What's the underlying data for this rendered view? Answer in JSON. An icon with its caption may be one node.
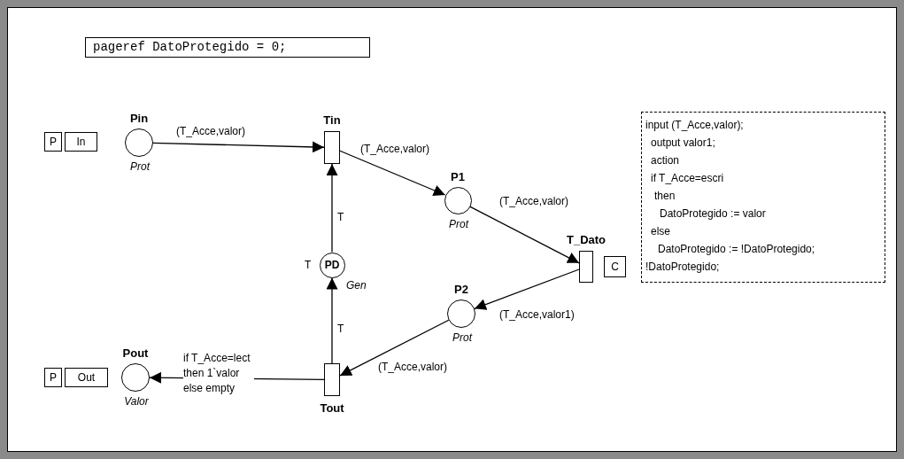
{
  "diagram": {
    "nodes": [
      {
        "text": [
          "pageref DatoProtegido = 0;"
        ]
      },
      {
        "text": [
          "P"
        ]
      },
      {
        "text": [
          "In"
        ]
      },
      {
        "text": [
          "Pin"
        ],
        "beside": [
          "Prot"
        ]
      },
      {
        "text": [
          "Tin"
        ]
      },
      {
        "text": [
          "P1"
        ],
        "beside": [
          "Prot"
        ]
      },
      {
        "text": [
          "T_Dato"
        ]
      },
      {
        "text": [
          "C"
        ]
      },
      {
        "text": [
          "input (T_Acce,valor);",
          "output valor1;",
          "action",
          "if T_Acce=escri",
          "then",
          "DatoProtegido := valor",
          "else",
          "DatoProtegido := !DatoProtegido;",
          "!DatoProtegido;"
        ]
      },
      {
        "text": [
          "PD"
        ],
        "beside": [
          "T",
          "Gen"
        ]
      },
      {
        "text": [
          "P2"
        ],
        "beside": [
          "Prot"
        ]
      },
      {
        "text": [
          "Tout"
        ]
      },
      {
        "text": [
          "Pout"
        ],
        "beside": [
          "Valor"
        ]
      },
      {
        "text": [
          "P"
        ]
      },
      {
        "text": [
          "Out"
        ]
      }
    ],
    "edges": [
      {
        "from": 3,
        "to": 4,
        "arrow": "to",
        "label": "(T_Acce,valor)"
      },
      {
        "from": 4,
        "to": 5,
        "arrow": "to",
        "label": "(T_Acce,valor)"
      },
      {
        "from": 5,
        "to": 6,
        "arrow": "to",
        "label": "(T_Acce,valor)"
      },
      {
        "from": 6,
        "to": 10,
        "arrow": "to",
        "label": "(T_Acce,valor1)"
      },
      {
        "from": 10,
        "to": 11,
        "arrow": "to",
        "label": "(T_Acce,valor)"
      },
      {
        "from": 11,
        "to": 12,
        "arrow": "to",
        "label": "if T_Acce=lect then 1`valor else empty"
      },
      {
        "from": 11,
        "to": 9,
        "arrow": "to",
        "label": "T"
      },
      {
        "from": 9,
        "to": 4,
        "arrow": "to",
        "label": "T"
      }
    ]
  }
}
